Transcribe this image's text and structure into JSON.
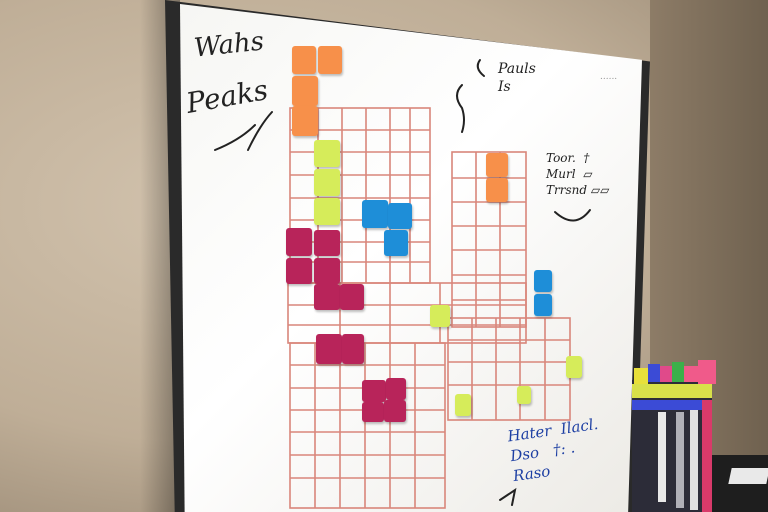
{
  "scene": {
    "description_label": "Whiteboard with grid drawing and sticky blocks"
  },
  "board": {
    "handwriting_top_left_1": "Wahs",
    "handwriting_top_left_2": "Peaks",
    "handwriting_top_right": "Pauls\nIs",
    "handwriting_corner": "......",
    "handwriting_mid_right": "Toor.  †\nMurl  ▱\nTrrsnd ▱▱",
    "handwriting_bottom_blue": "Hater  Ilacl.\nDso   †: .\nRaso"
  },
  "colors": {
    "orange": "#f7904a",
    "lime": "#d6ec5a",
    "blue": "#1e8ed8",
    "magenta": "#b8245a",
    "grid_line": "#d9867b",
    "ink": "#222222",
    "blue_ink": "#1d3fa3"
  }
}
